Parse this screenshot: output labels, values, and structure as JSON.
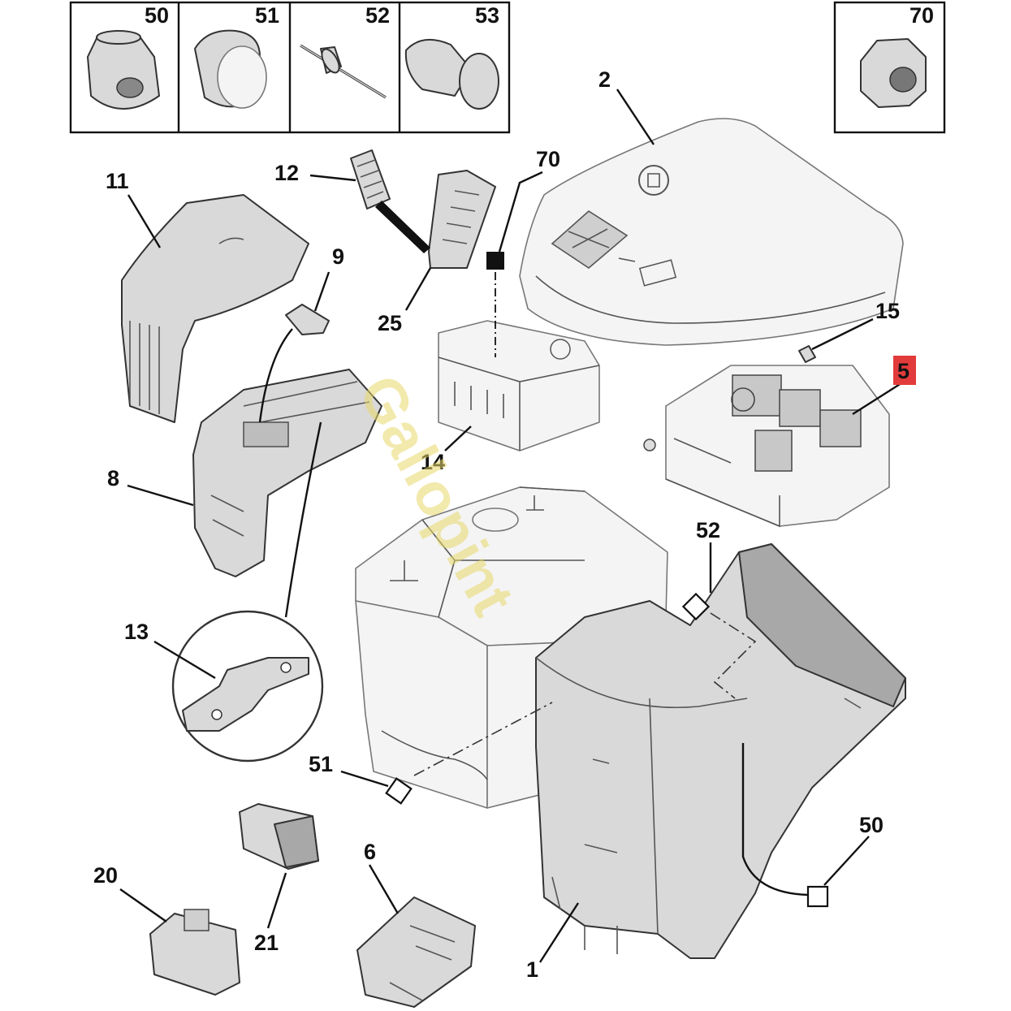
{
  "callouts": {
    "c50_box": "50",
    "c51_box": "51",
    "c52_box": "52",
    "c53_box": "53",
    "c70_box": "70",
    "c2": "2",
    "c11": "11",
    "c12": "12",
    "c70": "70",
    "c9": "9",
    "c25": "25",
    "c15": "15",
    "c5": "5",
    "c8": "8",
    "c14": "14",
    "c52": "52",
    "c13": "13",
    "c51": "51",
    "c50": "50",
    "c6": "6",
    "c20": "20",
    "c21": "21",
    "c1": "1"
  },
  "highlighted_callout": "5",
  "watermark_text": "Gallopint",
  "colors": {
    "highlight": "#e23b3b",
    "watermark": "#e8d86a"
  }
}
